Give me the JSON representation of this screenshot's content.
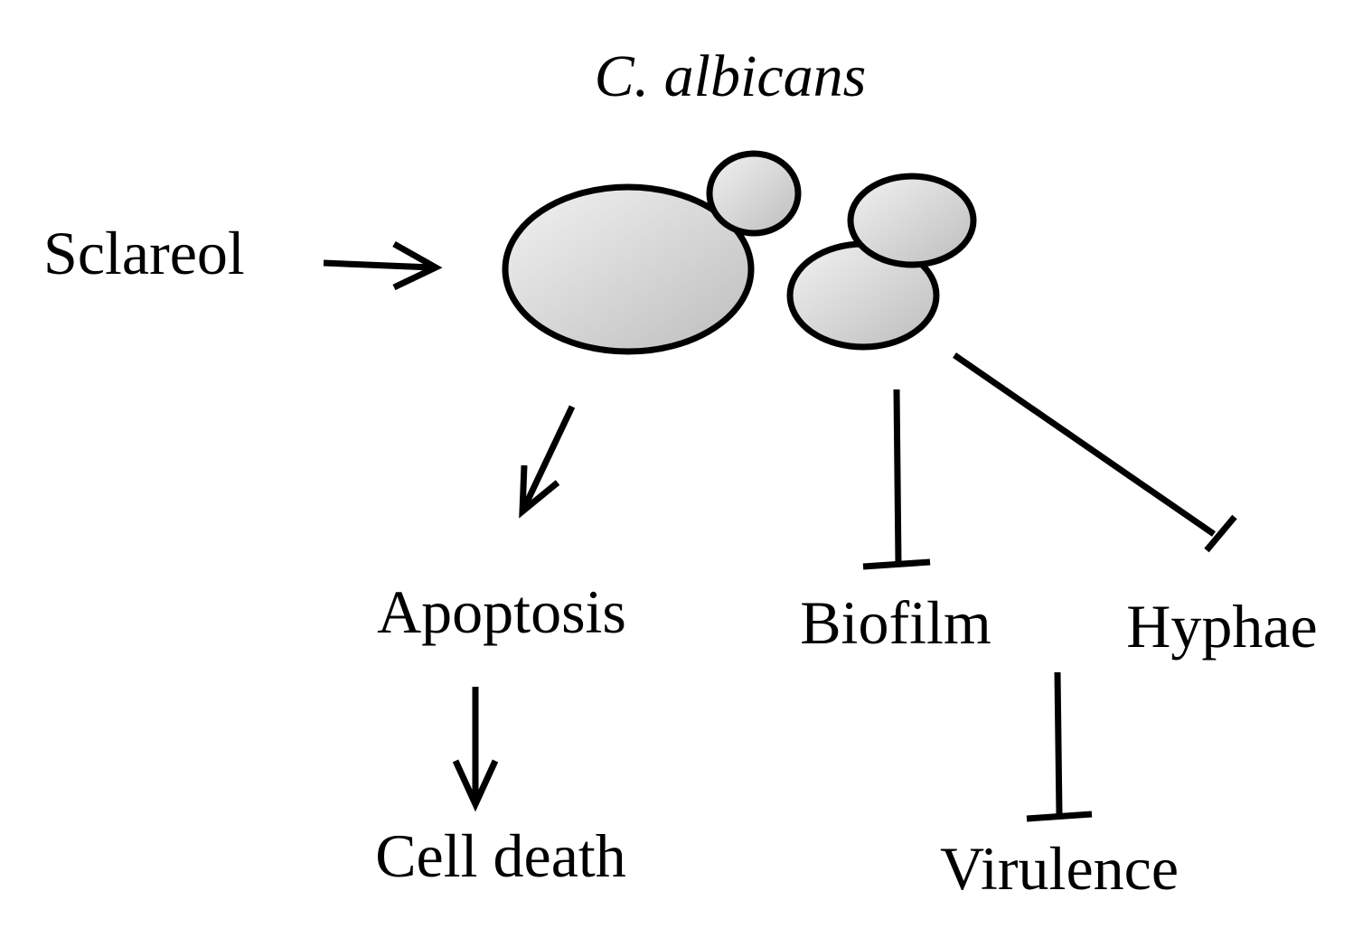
{
  "title": "C. albicans",
  "input": {
    "label": "Sclareol"
  },
  "nodes": {
    "apoptosis": "Apoptosis",
    "cell_death": "Cell death",
    "biofilm": "Biofilm",
    "hyphae": "Hyphae",
    "virulence": "Virulence"
  },
  "edges": [
    {
      "from": "Sclareol",
      "to": "C. albicans",
      "type": "activation"
    },
    {
      "from": "C. albicans",
      "to": "Apoptosis",
      "type": "activation"
    },
    {
      "from": "Apoptosis",
      "to": "Cell death",
      "type": "activation"
    },
    {
      "from": "C. albicans",
      "to": "Biofilm",
      "type": "inhibition"
    },
    {
      "from": "C. albicans",
      "to": "Hyphae",
      "type": "inhibition"
    },
    {
      "from": "Biofilm / Hyphae",
      "to": "Virulence",
      "type": "inhibition"
    }
  ],
  "colors": {
    "stroke": "#000000",
    "cell_fill_light": "#f2f2f2",
    "cell_fill_dark": "#bdbdbd"
  }
}
